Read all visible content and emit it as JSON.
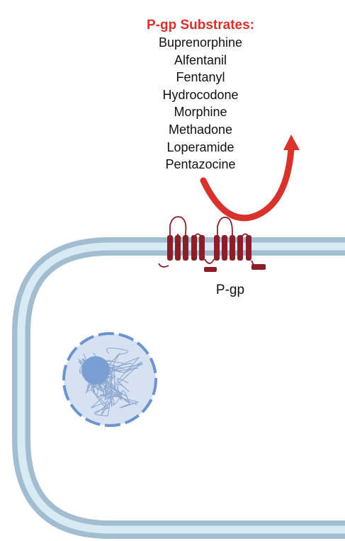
{
  "colors": {
    "membrane_outer": "#a3bdd0",
    "membrane_inner": "#d8ebf5",
    "protein": "#8b1e26",
    "arrow": "#d7322b",
    "nucleus_edge": "#6b95cc",
    "nucleus_fill": "#d6e1f1",
    "nucleolus": "#7c9fd3",
    "chromatin": "#8fa9d0"
  },
  "substrates": {
    "title": "P-gp Substrates:",
    "items": [
      "Buprenorphine",
      "Alfentanil",
      "Fentanyl",
      "Hydrocodone",
      "Morphine",
      "Methadone",
      "Loperamide",
      "Pentazocine"
    ]
  },
  "transporter": {
    "label": "P-gp"
  },
  "icons": {
    "efflux_arrow": "curved-arrow-up",
    "transporter": "membrane-protein",
    "nucleus": "cell-nucleus"
  }
}
